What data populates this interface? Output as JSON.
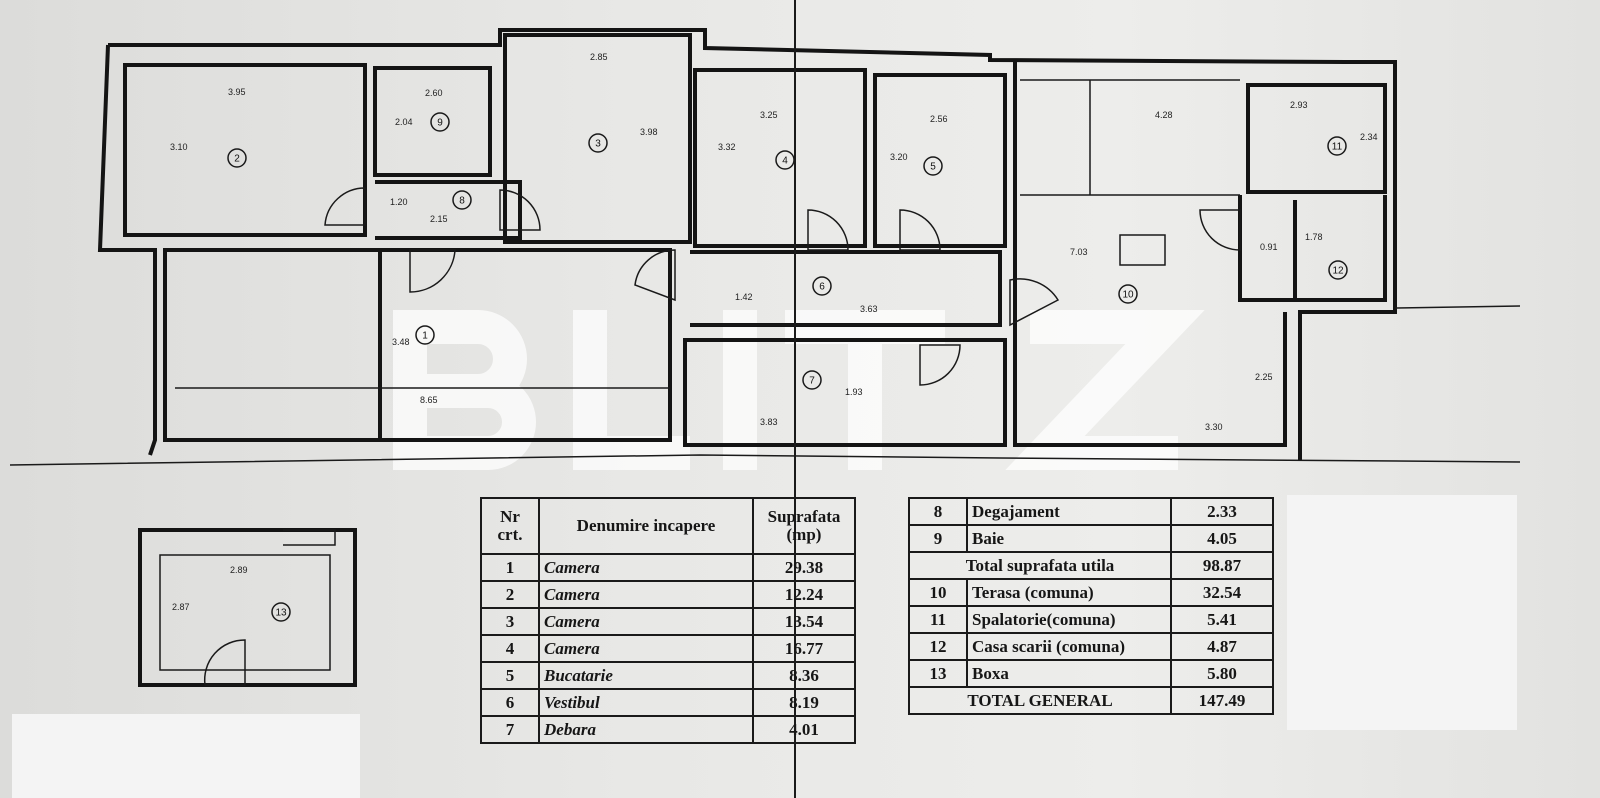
{
  "watermark": {
    "logo_text": "BLITZ"
  },
  "plan": {
    "rooms": [
      {
        "nr": "1",
        "dims": [
          "8.65",
          "3.48"
        ]
      },
      {
        "nr": "2",
        "dims": [
          "3.95",
          "3.10"
        ]
      },
      {
        "nr": "3",
        "dims": [
          "2.85",
          "3.98"
        ]
      },
      {
        "nr": "4",
        "dims": [
          "3.25",
          "3.32"
        ]
      },
      {
        "nr": "5",
        "dims": [
          "2.56",
          "3.20"
        ]
      },
      {
        "nr": "6",
        "dims": [
          "3.63",
          "1.42"
        ]
      },
      {
        "nr": "7",
        "dims": [
          "3.83",
          "1.93"
        ]
      },
      {
        "nr": "8",
        "dims": [
          "2.15",
          "1.20"
        ]
      },
      {
        "nr": "9",
        "dims": [
          "2.60",
          "2.04"
        ]
      },
      {
        "nr": "10",
        "dims": [
          "4.28",
          "7.03",
          "3.30",
          "2.25"
        ]
      },
      {
        "nr": "11",
        "dims": [
          "2.93",
          "2.34"
        ]
      },
      {
        "nr": "12",
        "dims": [
          "1.78",
          "0.91"
        ]
      },
      {
        "nr": "13",
        "dims": [
          "2.89",
          "2.87"
        ]
      }
    ]
  },
  "table_left": {
    "header": {
      "nr": "Nr crt.",
      "name": "Denumire incapere",
      "area": "Suprafata (mp)"
    },
    "rows": [
      {
        "nr": "1",
        "name": "Camera",
        "area": "29.38"
      },
      {
        "nr": "2",
        "name": "Camera",
        "area": "12.24"
      },
      {
        "nr": "3",
        "name": "Camera",
        "area": "13.54"
      },
      {
        "nr": "4",
        "name": "Camera",
        "area": "16.77"
      },
      {
        "nr": "5",
        "name": "Bucatarie",
        "area": "8.36"
      },
      {
        "nr": "6",
        "name": "Vestibul",
        "area": "8.19"
      },
      {
        "nr": "7",
        "name": "Debara",
        "area": "4.01"
      }
    ]
  },
  "table_right": {
    "rows": [
      {
        "nr": "8",
        "name": "Degajament",
        "area": "2.33"
      },
      {
        "nr": "9",
        "name": "Baie",
        "area": "4.05"
      },
      {
        "total": "Total suprafata utila",
        "area": "98.87"
      },
      {
        "nr": "10",
        "name": "Terasa (comuna)",
        "area": "32.54"
      },
      {
        "nr": "11",
        "name": "Spalatorie(comuna)",
        "area": "5.41"
      },
      {
        "nr": "12",
        "name": "Casa scarii (comuna)",
        "area": "4.87"
      },
      {
        "nr": "13",
        "name": "Boxa",
        "area": "5.80"
      },
      {
        "total": "TOTAL GENERAL",
        "area": "147.49"
      }
    ]
  }
}
